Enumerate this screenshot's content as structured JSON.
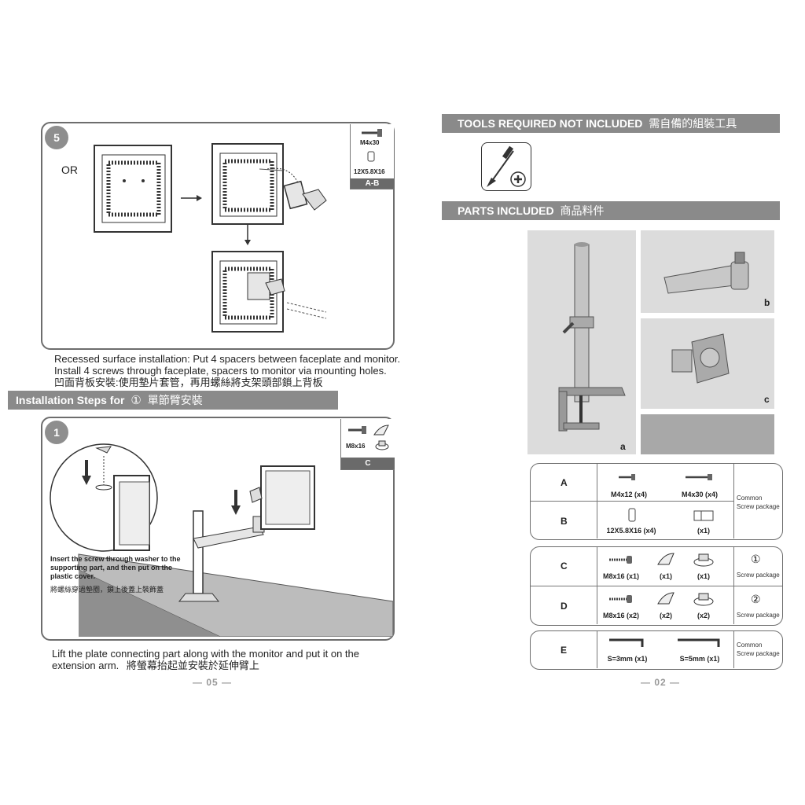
{
  "left": {
    "step5": {
      "badge": "5",
      "or_label": "OR",
      "screw_label": "M4x30",
      "spacer_label": "12X5.8X16",
      "tag": "A-B",
      "caption_line1": "Recessed surface installation: Put 4 spacers between faceplate and monitor.",
      "caption_line2": "Install 4 screws through faceplate, spacers to monitor via mounting holes.",
      "caption_line3": "凹面背板安裝:使用墊片套管，再用螺絲將支架頭部鎖上背板"
    },
    "section_header": {
      "label": "Installation Steps for",
      "circle": "①",
      "chinese": "單節臂安裝"
    },
    "step1": {
      "badge": "1",
      "part_label": "M8x16",
      "tag": "C",
      "inset_line1": "Insert the screw through washer to the",
      "inset_line2": "supporting part, and then put on the",
      "inset_line3": "plastic cover.",
      "inset_chinese": "將螺絲穿過墊圈，鎖上後蓋上裝飾蓋"
    },
    "bottom_line1": "Lift the plate connecting part along with the monitor and put it on the",
    "bottom_line2": "extension arm.",
    "bottom_chinese": "將螢幕抬起並安裝於延伸臂上",
    "page_number": "— 05 —"
  },
  "right": {
    "tools_header": {
      "label": "TOOLS REQUIRED NOT INCLUDED",
      "chinese": "需自備的組裝工具"
    },
    "parts_header": {
      "label": "PARTS INCLUDED",
      "chinese": "商品料件"
    },
    "photo_labels": {
      "a": "a",
      "b": "b",
      "c": "c"
    },
    "hardware": {
      "A": {
        "letter": "A",
        "items": [
          "M4x12 (x4)",
          "M4x30 (x4)"
        ]
      },
      "B": {
        "letter": "B",
        "items": [
          "12X5.8X16 (x4)",
          "(x1)"
        ]
      },
      "AB_package": [
        "Common",
        "Screw package"
      ],
      "C": {
        "letter": "C",
        "items": [
          "M8x16 (x1)",
          "(x1)",
          "(x1)"
        ],
        "package_circle": "①",
        "package": "Screw package"
      },
      "D": {
        "letter": "D",
        "items": [
          "M8x16 (x2)",
          "(x2)",
          "(x2)"
        ],
        "package_circle": "②",
        "package": "Screw package"
      },
      "E": {
        "letter": "E",
        "items": [
          "S=3mm (x1)",
          "S=5mm (x1)"
        ],
        "package": [
          "Common",
          "Screw package"
        ]
      }
    },
    "page_number": "— 02 —"
  }
}
